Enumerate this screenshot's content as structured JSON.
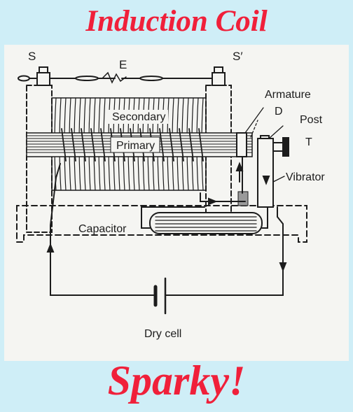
{
  "header": {
    "title": "Induction Coil"
  },
  "footer": {
    "caption": "Sparky!"
  },
  "diagram": {
    "labels": {
      "terminal_left": "S",
      "gap": "E",
      "terminal_right": "S′",
      "armature": "Armature",
      "d": "D",
      "post": "Post",
      "t": "T",
      "secondary": "Secondary",
      "primary": "Primary",
      "vibrator": "Vibrator",
      "capacitor": "Capacitor",
      "battery": "Dry cell"
    }
  },
  "colors": {
    "background": "#cfeef7",
    "title": "#f0203a",
    "ink": "#1c1c1c",
    "paper": "#f5f5f2"
  }
}
